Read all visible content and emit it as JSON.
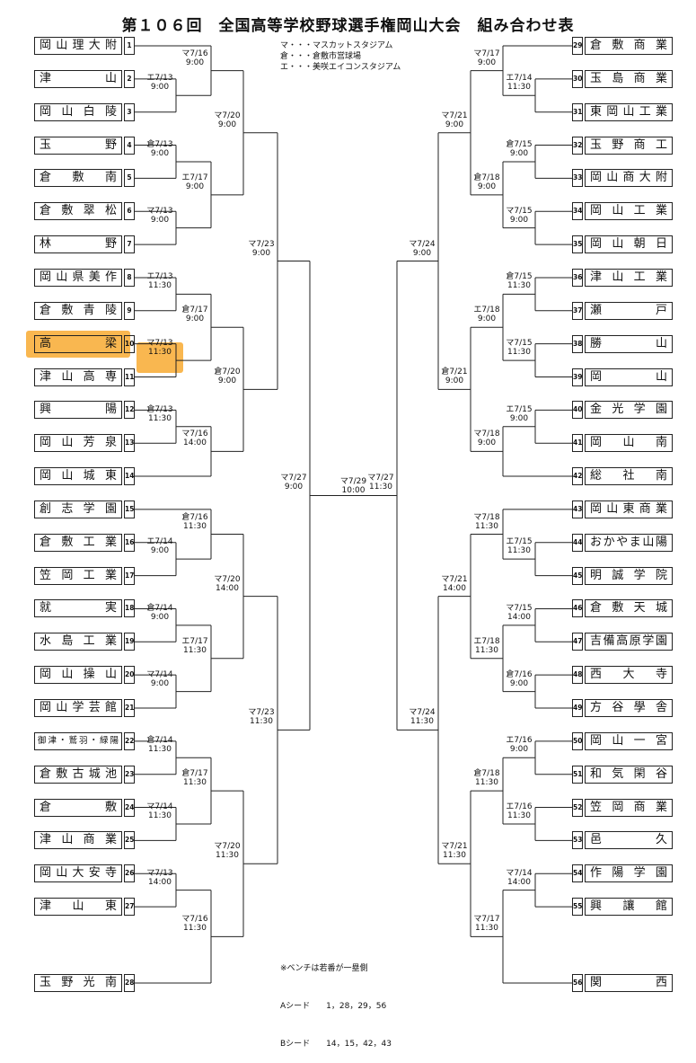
{
  "title": "第１０６回　全国高等学校野球選手権岡山大会　組み合わせ表",
  "legend": [
    "マ・・・マスカットスタジアム",
    "倉・・・倉敷市営球場",
    "エ・・・美咲エイコンスタジアム"
  ],
  "teams": [
    {
      "num": "1",
      "name": "岡山理大附"
    },
    {
      "num": "2",
      "name": "津　山"
    },
    {
      "num": "3",
      "name": "岡山白陵"
    },
    {
      "num": "4",
      "name": "玉　野"
    },
    {
      "num": "5",
      "name": "倉敷南"
    },
    {
      "num": "6",
      "name": "倉敷翠松"
    },
    {
      "num": "7",
      "name": "林　野"
    },
    {
      "num": "8",
      "name": "岡山県美作"
    },
    {
      "num": "9",
      "name": "倉敷青陵"
    },
    {
      "num": "10",
      "name": "高　梁"
    },
    {
      "num": "11",
      "name": "津山高専"
    },
    {
      "num": "12",
      "name": "興　陽"
    },
    {
      "num": "13",
      "name": "岡山芳泉"
    },
    {
      "num": "14",
      "name": "岡山城東"
    },
    {
      "num": "15",
      "name": "創志学園"
    },
    {
      "num": "16",
      "name": "倉敷工業"
    },
    {
      "num": "17",
      "name": "笠岡工業"
    },
    {
      "num": "18",
      "name": "就　実"
    },
    {
      "num": "19",
      "name": "水島工業"
    },
    {
      "num": "20",
      "name": "岡山操山"
    },
    {
      "num": "21",
      "name": "岡山学芸館"
    },
    {
      "num": "22",
      "name": "御津・鷲羽・緑陽"
    },
    {
      "num": "23",
      "name": "倉敷古城池"
    },
    {
      "num": "24",
      "name": "倉　敷"
    },
    {
      "num": "25",
      "name": "津山商業"
    },
    {
      "num": "26",
      "name": "岡山大安寺"
    },
    {
      "num": "27",
      "name": "津山東"
    },
    {
      "num": "28",
      "name": "玉野光南"
    },
    {
      "num": "29",
      "name": "倉敷商業"
    },
    {
      "num": "30",
      "name": "玉島商業"
    },
    {
      "num": "31",
      "name": "東岡山工業"
    },
    {
      "num": "32",
      "name": "玉野商工"
    },
    {
      "num": "33",
      "name": "岡山商大附"
    },
    {
      "num": "34",
      "name": "岡山工業"
    },
    {
      "num": "35",
      "name": "岡山朝日"
    },
    {
      "num": "36",
      "name": "津山工業"
    },
    {
      "num": "37",
      "name": "瀬　戸"
    },
    {
      "num": "38",
      "name": "勝　山"
    },
    {
      "num": "39",
      "name": "岡　山"
    },
    {
      "num": "40",
      "name": "金光学園"
    },
    {
      "num": "41",
      "name": "岡山南"
    },
    {
      "num": "42",
      "name": "総社南"
    },
    {
      "num": "43",
      "name": "岡山東商業"
    },
    {
      "num": "44",
      "name": "おかやま山陽"
    },
    {
      "num": "45",
      "name": "明誠学院"
    },
    {
      "num": "46",
      "name": "倉敷天城"
    },
    {
      "num": "47",
      "name": "吉備高原学園"
    },
    {
      "num": "48",
      "name": "西大寺"
    },
    {
      "num": "49",
      "name": "方谷學舎"
    },
    {
      "num": "50",
      "name": "岡山一宮"
    },
    {
      "num": "51",
      "name": "和気閑谷"
    },
    {
      "num": "52",
      "name": "笠岡商業"
    },
    {
      "num": "53",
      "name": "邑　久"
    },
    {
      "num": "54",
      "name": "作陽学園"
    },
    {
      "num": "55",
      "name": "興讓館"
    },
    {
      "num": "56",
      "name": "関　西"
    }
  ],
  "games": [
    {
      "date": "マ7/16",
      "time": "9:00"
    },
    {
      "date": "エ7/13",
      "time": "9:00"
    },
    {
      "date": "マ7/20",
      "time": "9:00"
    },
    {
      "date": "倉7/13",
      "time": "9:00"
    },
    {
      "date": "エ7/17",
      "time": "9:00"
    },
    {
      "date": "マ7/13",
      "time": "9:00"
    },
    {
      "date": "マ7/23",
      "time": "9:00"
    },
    {
      "date": "エ7/13",
      "time": "11:30"
    },
    {
      "date": "倉7/17",
      "time": "9:00"
    },
    {
      "date": "マ7/13",
      "time": "11:30"
    },
    {
      "date": "倉7/20",
      "time": "9:00"
    },
    {
      "date": "倉7/13",
      "time": "11:30"
    },
    {
      "date": "マ7/16",
      "time": "14:00"
    },
    {
      "date": "マ7/27",
      "time": "9:00"
    },
    {
      "date": "倉7/16",
      "time": "11:30"
    },
    {
      "date": "エ7/14",
      "time": "9:00"
    },
    {
      "date": "マ7/20",
      "time": "14:00"
    },
    {
      "date": "倉7/14",
      "time": "9:00"
    },
    {
      "date": "エ7/17",
      "time": "11:30"
    },
    {
      "date": "マ7/14",
      "time": "9:00"
    },
    {
      "date": "マ7/23",
      "time": "11:30"
    },
    {
      "date": "倉7/14",
      "time": "11:30"
    },
    {
      "date": "倉7/17",
      "time": "11:30"
    },
    {
      "date": "マ7/14",
      "time": "11:30"
    },
    {
      "date": "マ7/20",
      "time": "11:30"
    },
    {
      "date": "マ7/13",
      "time": "14:00"
    },
    {
      "date": "マ7/16",
      "time": "11:30"
    },
    {
      "date": "マ7/29",
      "time": "10:00"
    },
    {
      "date": "マ7/17",
      "time": "9:00"
    },
    {
      "date": "エ7/14",
      "time": "11:30"
    },
    {
      "date": "マ7/21",
      "time": "9:00"
    },
    {
      "date": "倉7/15",
      "time": "9:00"
    },
    {
      "date": "倉7/18",
      "time": "9:00"
    },
    {
      "date": "マ7/15",
      "time": "9:00"
    },
    {
      "date": "マ7/24",
      "time": "9:00"
    },
    {
      "date": "倉7/15",
      "time": "11:30"
    },
    {
      "date": "エ7/18",
      "time": "9:00"
    },
    {
      "date": "マ7/15",
      "time": "11:30"
    },
    {
      "date": "倉7/21",
      "time": "9:00"
    },
    {
      "date": "エ7/15",
      "time": "9:00"
    },
    {
      "date": "マ7/18",
      "time": "9:00"
    },
    {
      "date": "マ7/27",
      "time": "11:30"
    },
    {
      "date": "マ7/18",
      "time": "11:30"
    },
    {
      "date": "エ7/15",
      "time": "11:30"
    },
    {
      "date": "マ7/21",
      "time": "14:00"
    },
    {
      "date": "マ7/15",
      "time": "14:00"
    },
    {
      "date": "エ7/18",
      "time": "11:30"
    },
    {
      "date": "倉7/16",
      "time": "9:00"
    },
    {
      "date": "マ7/24",
      "time": "11:30"
    },
    {
      "date": "エ7/16",
      "time": "9:00"
    },
    {
      "date": "倉7/18",
      "time": "11:30"
    },
    {
      "date": "エ7/16",
      "time": "11:30"
    },
    {
      "date": "マ7/21",
      "time": "11:30"
    },
    {
      "date": "マ7/14",
      "time": "14:00"
    },
    {
      "date": "マ7/17",
      "time": "11:30"
    }
  ],
  "notes": [
    "※ベンチは若番が一塁側",
    "Aシード　　1，28，29，56",
    "Bシード　　14，15，42，43"
  ],
  "highlight_color": "#f7a524"
}
